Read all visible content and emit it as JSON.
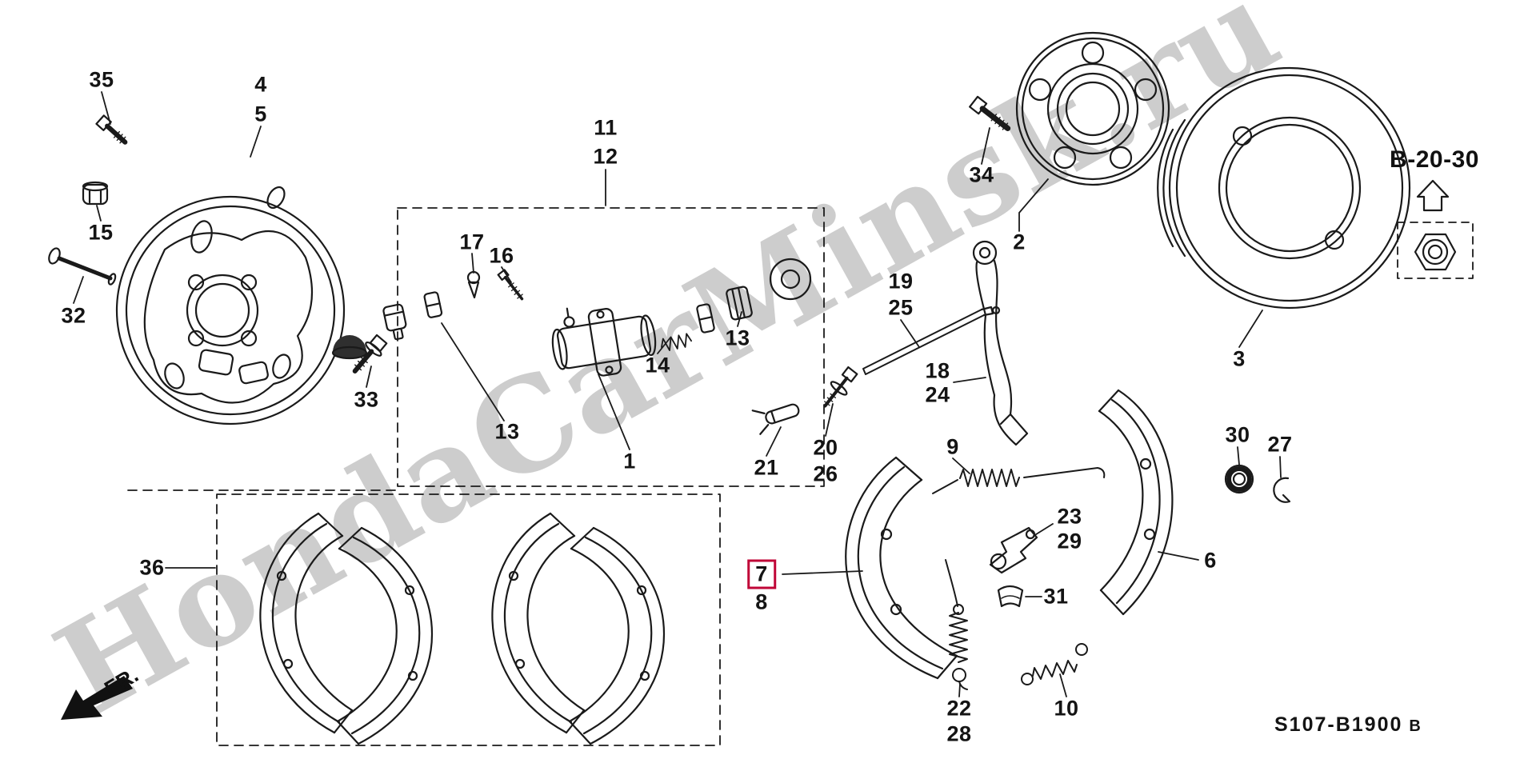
{
  "diagram": {
    "watermark": "HondaCarMinsk.ru",
    "code": "S107-B1900",
    "code_suffix": "B",
    "reference_code": "B-20-30",
    "direction_label": "FR.",
    "line_color": "#1a1a1a",
    "highlight_color": "#c00637",
    "watermark_color": "#cdcdcd",
    "highlighted_part": "7"
  },
  "labels": {
    "l1": "1",
    "l2": "2",
    "l3": "3",
    "l4": "4",
    "l5": "5",
    "l6": "6",
    "l7": "7",
    "l8": "8",
    "l9": "9",
    "l10": "10",
    "l11": "11",
    "l12": "12",
    "l13a": "13",
    "l13b": "13",
    "l14": "14",
    "l15": "15",
    "l16": "16",
    "l17": "17",
    "l18": "18",
    "l19": "19",
    "l20": "20",
    "l21": "21",
    "l22": "22",
    "l23": "23",
    "l24": "24",
    "l25": "25",
    "l26": "26",
    "l27": "27",
    "l28": "28",
    "l29": "29",
    "l30": "30",
    "l31": "31",
    "l32": "32",
    "l33": "33",
    "l34": "34",
    "l35": "35",
    "l36": "36"
  }
}
